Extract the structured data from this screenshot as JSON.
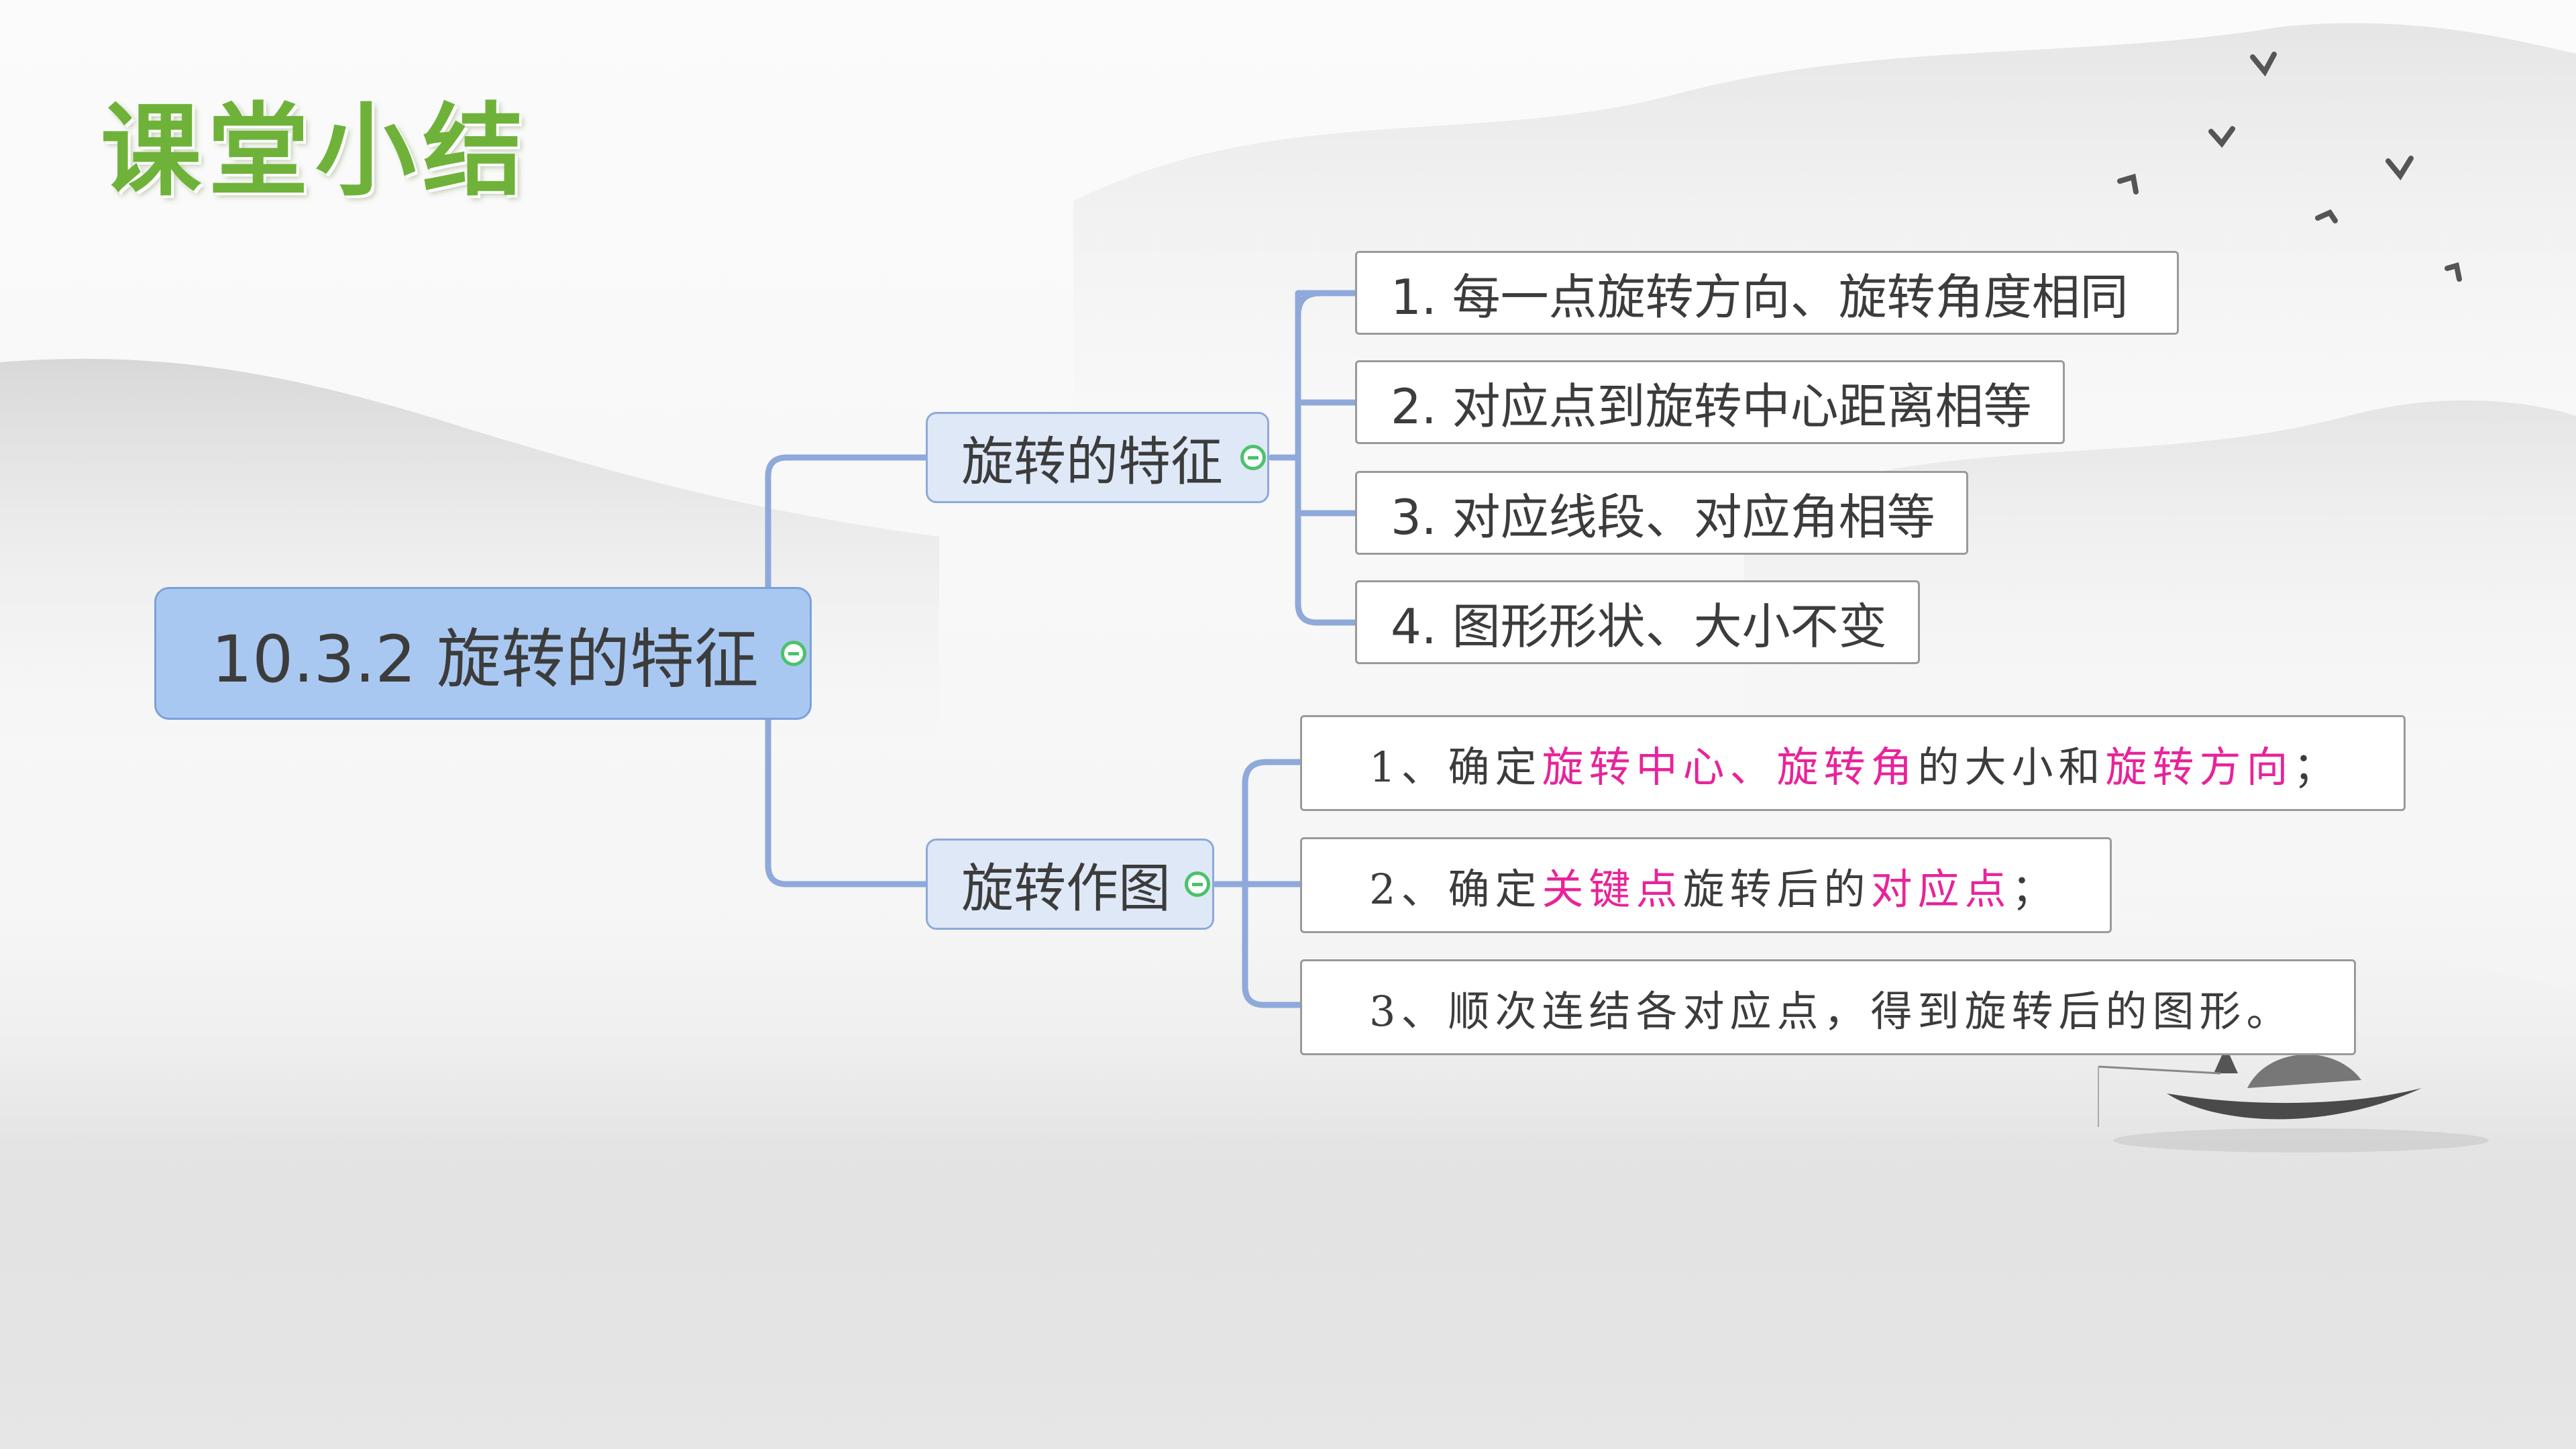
{
  "slide_title": "课堂小结",
  "colors": {
    "title_green": "#6fb23a",
    "highlight": "#e8239a",
    "root_fill": "#a9c8f1",
    "connector": "#8ea9da"
  },
  "mindmap": {
    "root": "10.3.2  旋转的特征",
    "branches": [
      {
        "label": "旋转的特征",
        "items": [
          "1. 每一点旋转方向、旋转角度相同",
          "2. 对应点到旋转中心距离相等",
          "3. 对应线段、对应角相等",
          "4. 图形形状、大小不变"
        ]
      },
      {
        "label": "旋转作图",
        "items": [
          {
            "parts": [
              {
                "text": "1、确定"
              },
              {
                "text": "旋转中心、旋转角",
                "highlight": true
              },
              {
                "text": "的大小和"
              },
              {
                "text": "旋转方向",
                "highlight": true
              },
              {
                "text": "；"
              }
            ]
          },
          {
            "parts": [
              {
                "text": "2、确定"
              },
              {
                "text": "关键点",
                "highlight": true
              },
              {
                "text": "旋转后的"
              },
              {
                "text": "对应点",
                "highlight": true
              },
              {
                "text": "；"
              }
            ]
          },
          {
            "parts": [
              {
                "text": "3、顺次连结各对应点，得到旋转后的图形。"
              }
            ]
          }
        ]
      }
    ]
  },
  "icons": [
    "collapse-icon",
    "bird-icon",
    "fishing-boat-icon"
  ]
}
